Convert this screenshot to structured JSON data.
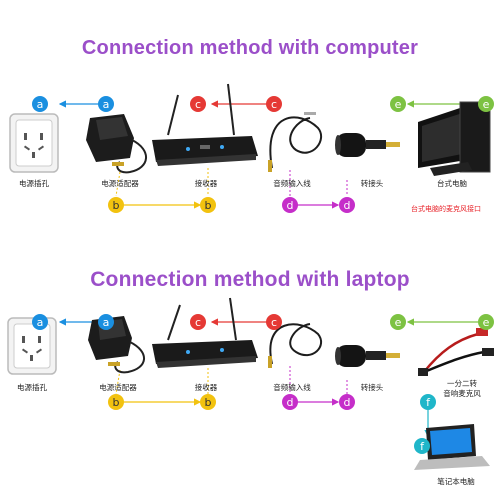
{
  "titles": {
    "computer": "Connection method with computer",
    "laptop": "Connection method with laptop"
  },
  "colors": {
    "title": "#9b4fc9",
    "a": "#1a8fe0",
    "b": "#f2c20f",
    "c": "#e53935",
    "d": "#c52ec9",
    "e": "#7dc242",
    "f": "#1fb6c9"
  },
  "markers": {
    "a": "a",
    "b": "b",
    "c": "c",
    "d": "d",
    "e": "e",
    "f": "f"
  },
  "computer_row": {
    "labels": {
      "socket": "电源插孔",
      "adapter": "电源适配器",
      "receiver": "接收器",
      "audio_cable": "音频输入线",
      "converter": "转接头",
      "desktop": "台式电脑"
    },
    "note": "台式电脑的麦克风接口"
  },
  "laptop_row": {
    "labels": {
      "socket": "电源插孔",
      "adapter": "电源适配器",
      "receiver": "接收器",
      "audio_cable": "音频输入线",
      "converter": "转接头",
      "splitter_line1": "一分二转",
      "splitter_line2": "音响麦克风",
      "laptop": "笔记本电脑"
    }
  }
}
